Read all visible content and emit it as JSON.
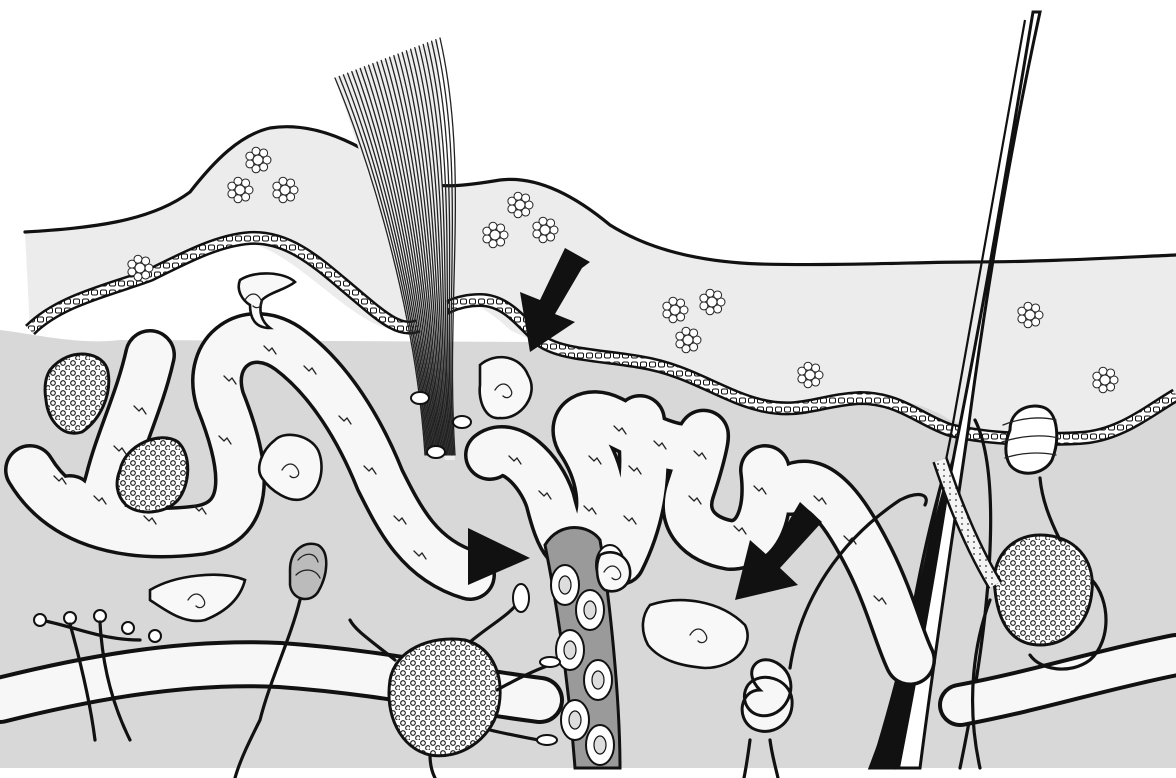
{
  "figure": {
    "style": "black-and-white skin cross-section illustration",
    "colors": {
      "ink": "#111111",
      "dermis": "#d9d9d9",
      "epidermis": "#ececec",
      "tube_fill": "#f7f7f7",
      "background": "#ffffff"
    }
  },
  "arrows": [
    {
      "name": "arrow-upper-middle",
      "direction": "down-left"
    },
    {
      "name": "arrow-center-left",
      "direction": "right"
    },
    {
      "name": "arrow-center-right",
      "direction": "down-left"
    }
  ]
}
